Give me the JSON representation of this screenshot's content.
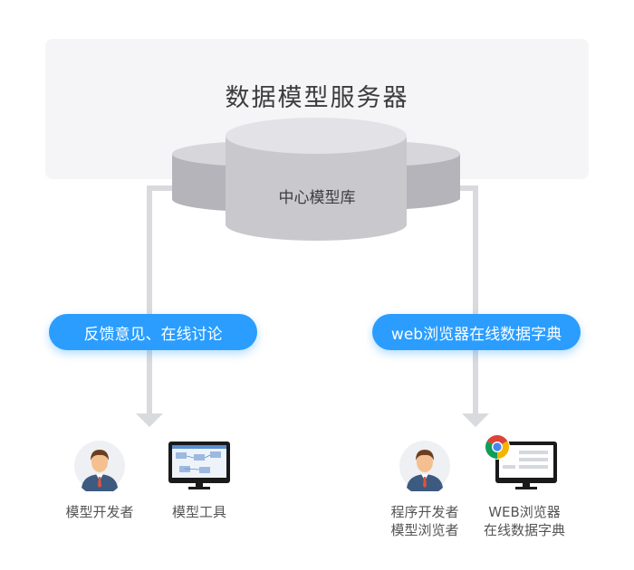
{
  "server": {
    "title": "数据模型服务器"
  },
  "database": {
    "label": "中心模型库"
  },
  "connections": {
    "left_label": "反馈意见、在线讨论",
    "right_label": "web浏览器在线数据字典"
  },
  "clients": {
    "left": [
      {
        "icon": "developer-avatar-icon",
        "label": "模型开发者"
      },
      {
        "icon": "monitor-icon",
        "label": "模型工具"
      }
    ],
    "right": [
      {
        "icon": "developer-avatar-icon",
        "label_line1": "程序开发者",
        "label_line2": "模型浏览者"
      },
      {
        "icon": "chrome-browser-icon",
        "label_line1": "WEB浏览器",
        "label_line2": "在线数据字典"
      }
    ]
  },
  "colors": {
    "accent": "#2a9dff",
    "connector": "#d9dade",
    "db_top": "#e3e3e7",
    "db_side": "#c9c9ce",
    "server_bg": "#f5f5f7"
  }
}
